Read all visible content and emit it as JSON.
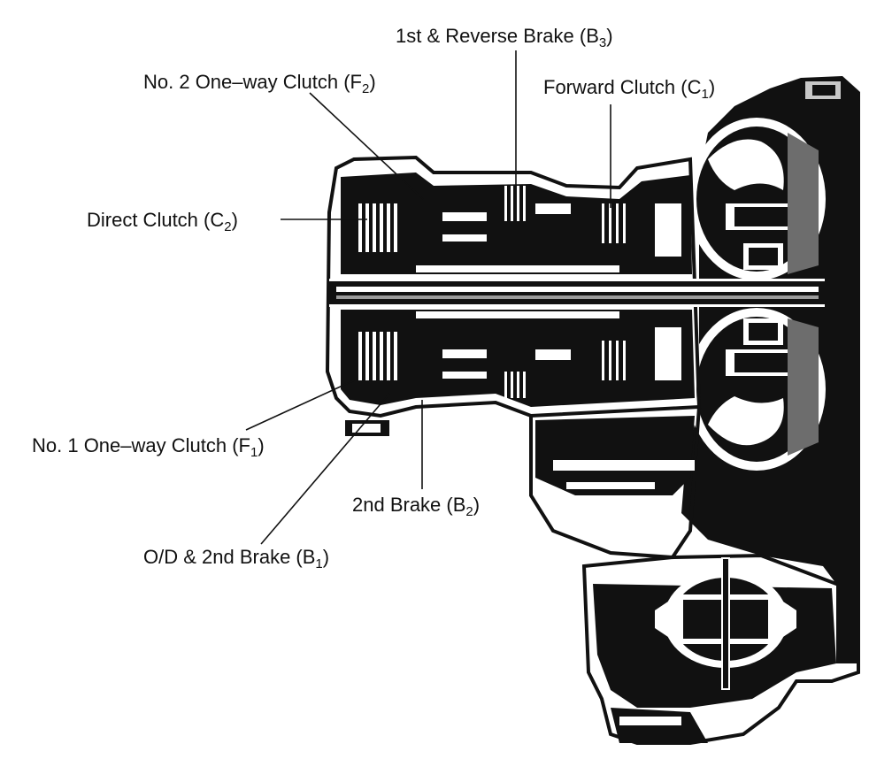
{
  "labels": {
    "b3": {
      "text": "1st & Reverse Brake (B",
      "sub": "3",
      "close": ")"
    },
    "f2": {
      "text": "No. 2 One–way Clutch (F",
      "sub": "2",
      "close": ")"
    },
    "c1": {
      "text": "Forward Clutch (C",
      "sub": "1",
      "close": ")"
    },
    "c2": {
      "text": "Direct Clutch (C",
      "sub": "2",
      "close": ")"
    },
    "f1": {
      "text": "No. 1 One–way Clutch (F",
      "sub": "1",
      "close": ")"
    },
    "b2": {
      "text": "2nd Brake (B",
      "sub": "2",
      "close": ")"
    },
    "b1": {
      "text": "O/D & 2nd Brake (B",
      "sub": "1",
      "close": ")"
    }
  }
}
